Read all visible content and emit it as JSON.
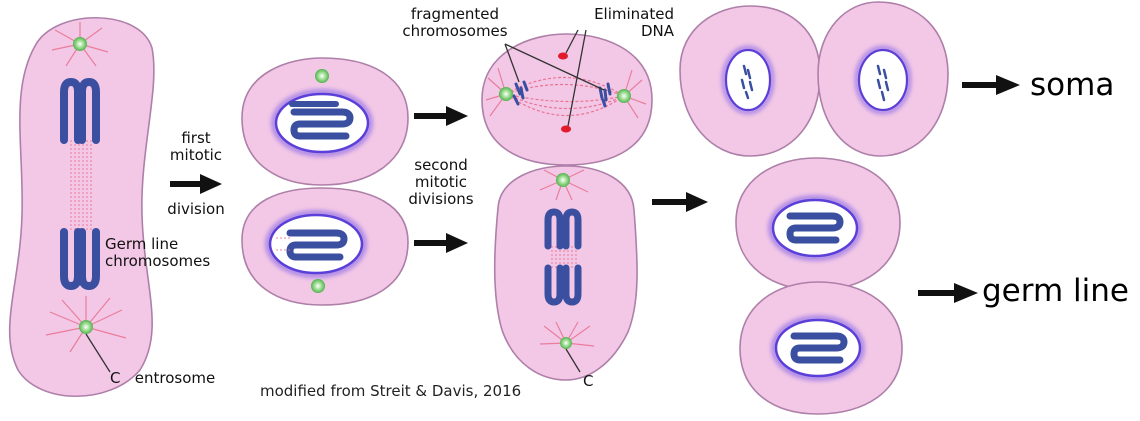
{
  "labels": {
    "first_division_line1": "first",
    "first_division_line2": "mitotic",
    "first_division_line3": "division",
    "second_divisions_line1": "second",
    "second_divisions_line2": "mitotic",
    "second_divisions_line3": "divisions",
    "fragmented_line1": "fragmented",
    "fragmented_line2": "chromosomes",
    "eliminated_line1": "Eliminated",
    "eliminated_line2": "DNA",
    "germline_chrom_line1": "Germ line",
    "germline_chrom_line2": "chromosomes",
    "centrosome_letter": "C",
    "centrosome_rest": "entrosome",
    "centrosome_letter_2": "C",
    "credit": "modified from Streit & Davis, 2016",
    "soma": "soma",
    "germ_line": "germ line"
  },
  "colors": {
    "cell_fill": "#f3c8e6",
    "cell_stroke": "#ae7fa8",
    "chromosome": "#3a4fa0",
    "spindle": "#e86b8a",
    "centrosome": "#6cc26a",
    "eliminated_dna": "#e11b2b",
    "nucleus_ring": "#6a4ee6",
    "arrow": "#111111"
  }
}
